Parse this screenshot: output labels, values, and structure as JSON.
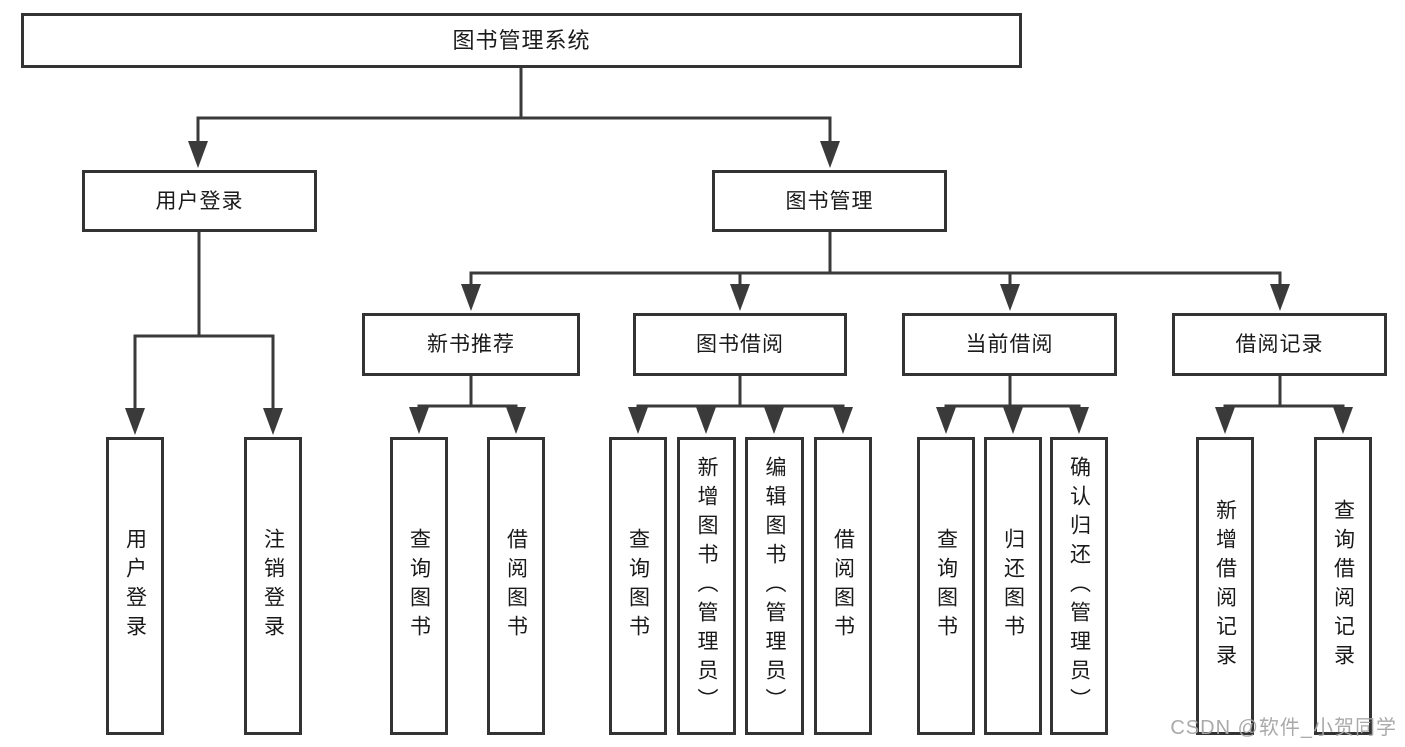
{
  "diagram": {
    "tree": {
      "label": "图书管理系统",
      "children": [
        {
          "label": "用户登录",
          "children": [
            {
              "label": "用户登录"
            },
            {
              "label": "注销登录"
            }
          ]
        },
        {
          "label": "图书管理",
          "children": [
            {
              "label": "新书推荐",
              "children": [
                {
                  "label": "查询图书"
                },
                {
                  "label": "借阅图书"
                }
              ]
            },
            {
              "label": "图书借阅",
              "children": [
                {
                  "label": "查询图书"
                },
                {
                  "label": "新增图书（管理员）"
                },
                {
                  "label": "编辑图书（管理员）"
                },
                {
                  "label": "借阅图书"
                }
              ]
            },
            {
              "label": "当前借阅",
              "children": [
                {
                  "label": "查询图书"
                },
                {
                  "label": "归还图书"
                },
                {
                  "label": "确认归还（管理员）"
                }
              ]
            },
            {
              "label": "借阅记录",
              "children": [
                {
                  "label": "新增借阅记录"
                },
                {
                  "label": "查询借阅记录"
                }
              ]
            }
          ]
        }
      ]
    },
    "colors": {
      "line": "#3a3a3a",
      "box_border": "#333333",
      "box_fill": "#ffffff",
      "text": "#1a1a1a",
      "watermark": "#a6a6a6"
    }
  },
  "watermark": {
    "text": "CSDN @软件_小贺同学"
  }
}
